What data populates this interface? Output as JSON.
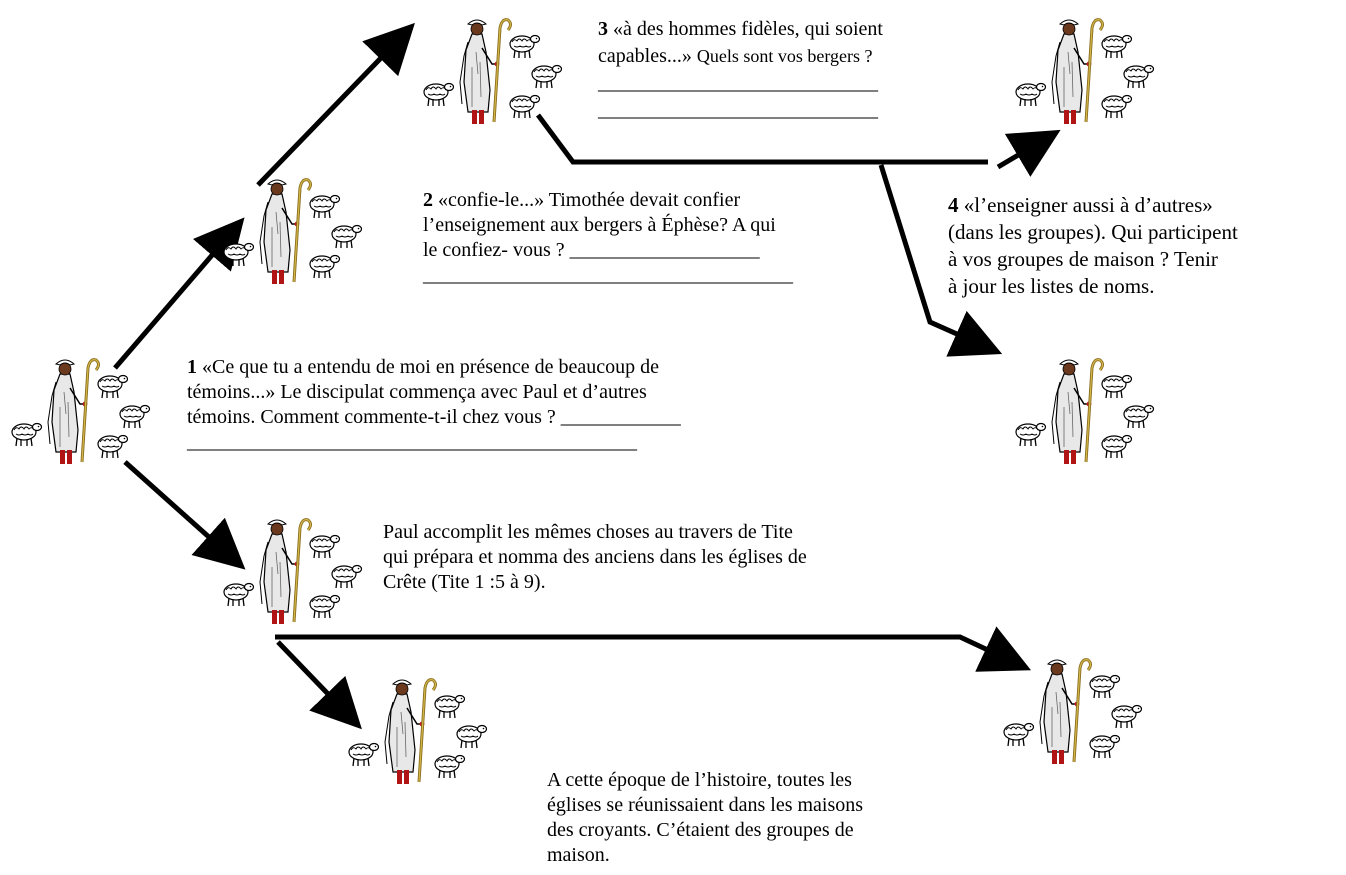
{
  "nodes": {
    "n1": {
      "num": "1",
      "lines": [
        "«Ce que tu a entendu de moi en présence de beaucoup de",
        "témoins...» Le discipulat commença avec Paul et d’autres",
        "témoins. Comment commente-t-il chez vous ? ____________",
        "_____________________________________________"
      ]
    },
    "n2": {
      "num": "2",
      "lines": [
        "«confie-le...» Timothée devait confier",
        "l’enseignement aux bergers à Éphèse? A qui",
        "le confiez- vous ? ___________________",
        "_____________________________________"
      ]
    },
    "n3": {
      "num": "3",
      "lines": [
        "«à des hommes fidèles, qui soient",
        "capables...»",
        "Quels sont vos bergers ?",
        "____________________________",
        "____________________________"
      ]
    },
    "n4": {
      "num": "4",
      "lines": [
        "«l’enseigner aussi à d’autres»",
        "(dans les groupes). Qui participent",
        "à vos groupes de maison ? Tenir",
        "à jour les listes de noms."
      ]
    },
    "tite": {
      "lines": [
        "Paul accomplit les mêmes choses au travers de Tite",
        "qui prépara et nomma des anciens dans les églises de",
        "Crête (Tite 1 :5 à 9)."
      ]
    },
    "epoque": {
      "lines": [
        "A cette époque de l’histoire, toutes les",
        "églises se réunissaient dans les maisons",
        "des croyants. C’étaient des groupes de",
        "maison."
      ]
    }
  },
  "icons": {
    "shepherd": "shepherd-with-sheep-icon"
  }
}
